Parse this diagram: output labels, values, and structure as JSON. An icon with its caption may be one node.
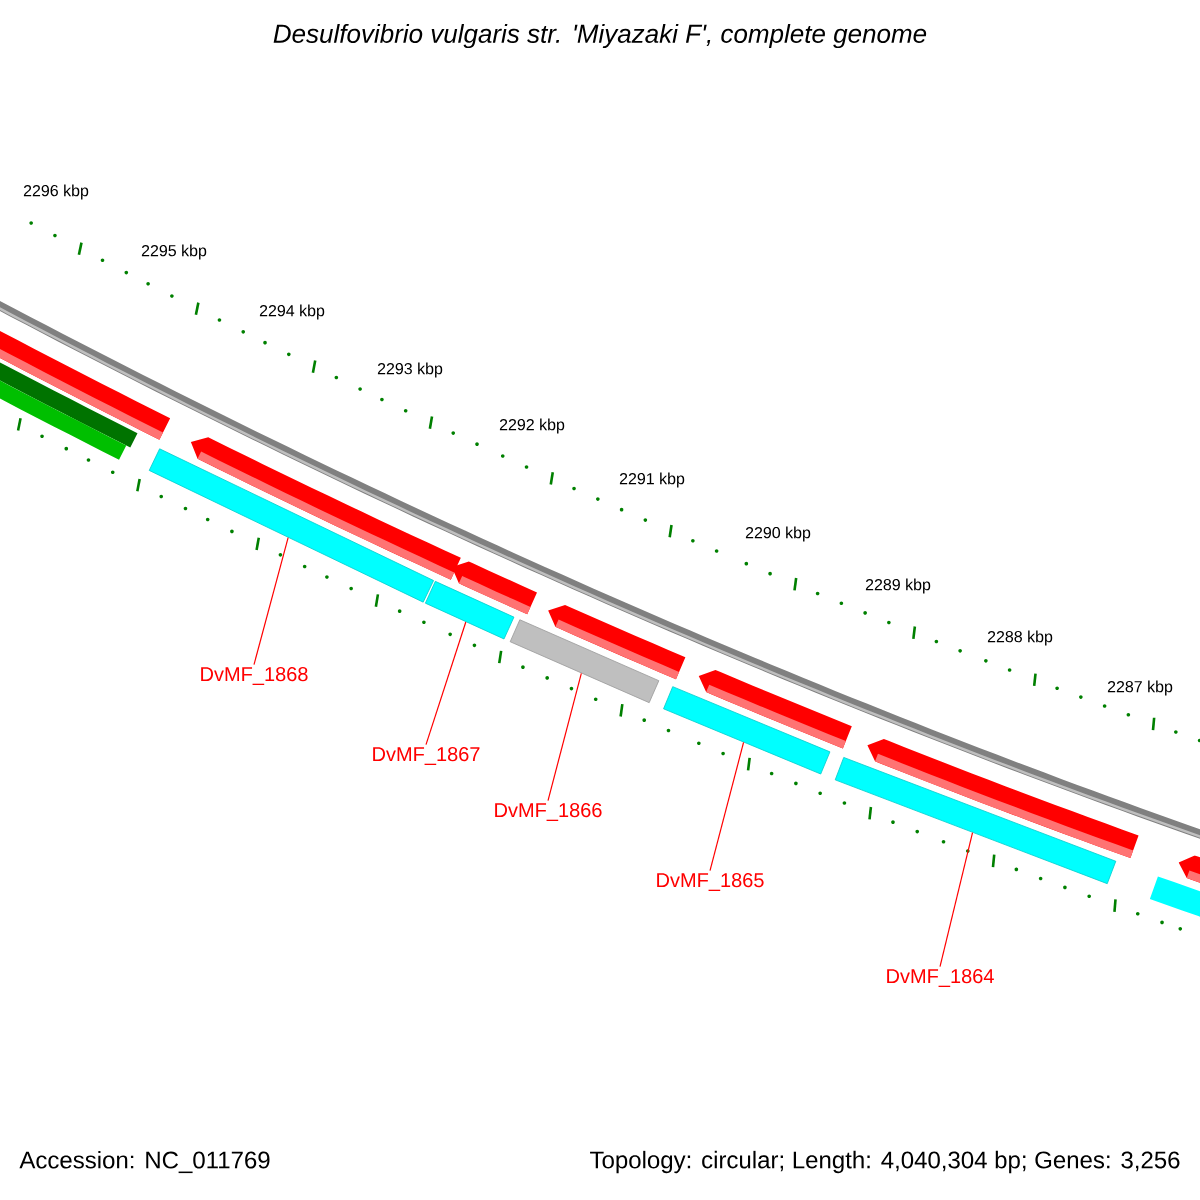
{
  "diagram": {
    "title": "Desulfovibrio vulgaris str. 'Miyazaki F', complete genome",
    "nodes": [
      {
        "text": [
          "DvMF_1868"
        ]
      },
      {
        "text": [
          "DvMF_1867"
        ]
      },
      {
        "text": [
          "DvMF_1866"
        ]
      },
      {
        "text": [
          "DvMF_1865"
        ]
      },
      {
        "text": [
          "DvMF_1864"
        ]
      },
      {
        "text": [],
        "shape": "bar"
      },
      {
        "text": [],
        "shape": "bar"
      },
      {
        "text": [],
        "shape": "bar"
      },
      {
        "text": [],
        "shape": "bar"
      },
      {
        "text": [],
        "shape": "bar"
      }
    ],
    "edges": [
      {
        "from": 0,
        "to": 5,
        "arrow": "none"
      },
      {
        "from": 1,
        "to": 6,
        "arrow": "none"
      },
      {
        "from": 2,
        "to": 7,
        "arrow": "none"
      },
      {
        "from": 3,
        "to": 8,
        "arrow": "none"
      },
      {
        "from": 4,
        "to": 9,
        "arrow": "none"
      }
    ],
    "labels": [
      "2296 kbp",
      "2295 kbp",
      "2294 kbp",
      "2293 kbp",
      "2292 kbp",
      "2291 kbp",
      "2290 kbp",
      "2289 kbp",
      "2288 kbp",
      "2287 kbp",
      "Accession: NC_011769",
      "Topology: circular; Length: 4,040,304 bp; Genes: 3,256"
    ]
  }
}
